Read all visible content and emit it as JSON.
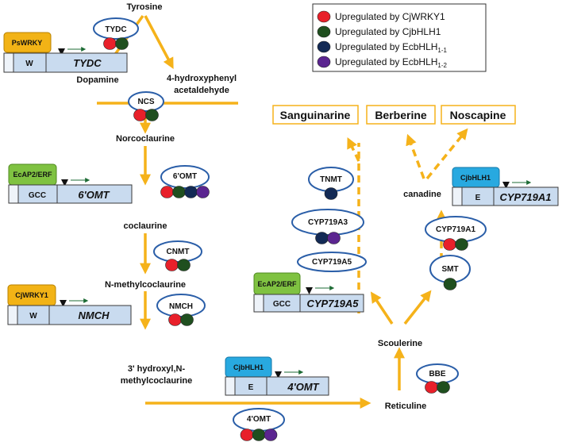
{
  "colors": {
    "arrow": "#f5b21a",
    "ellipse": "#2a5ea8",
    "red": "#e8202a",
    "green": "#1f4f1f",
    "navy": "#132a55",
    "purple": "#5b2590",
    "gene_box": "#c9dbef",
    "gene_box_stroke": "#3a3a3a",
    "tf_wrky": "#f2b316",
    "tf_erf": "#7fc241",
    "tf_bhlh": "#28a9e0",
    "product_border": "#f5b21a"
  },
  "legend": {
    "items": [
      {
        "color": "red",
        "label": "Upregulated by CjWRKY1",
        "sub": ""
      },
      {
        "color": "green",
        "label": "Upregulated by CjbHLH1",
        "sub": ""
      },
      {
        "color": "navy",
        "label": "Upregulated by EcbHLH",
        "sub": "1-1"
      },
      {
        "color": "purple",
        "label": "Upregulated by EcbHLH",
        "sub": "1-2"
      }
    ]
  },
  "metabolites": {
    "tyrosine": "Tyrosine",
    "dopamine": "Dopamine",
    "hpaa_1": "4-hydroxyphenyl",
    "hpaa_2": "acetaldehyde",
    "norcoclaurine": "Norcoclaurine",
    "coclaurine": "coclaurine",
    "nmc": "N-methylcoclaurine",
    "hnmc_1": "3' hydroxyl,N-",
    "hnmc_2": "methylcoclaurine",
    "reticuline": "Reticuline",
    "scoulerine": "Scoulerine",
    "canadine": "canadine"
  },
  "products": {
    "sanguinarine": "Sanguinarine",
    "berberine": "Berberine",
    "noscapine": "Noscapine"
  },
  "enzymes": {
    "tydc": "TYDC",
    "ncs": "NCS",
    "omt6": "6'OMT",
    "cnmt": "CNMT",
    "nmch": "NMCH",
    "omt4": "4'OMT",
    "bbe": "BBE",
    "tnmt": "TNMT",
    "cyp719a3": "CYP719A3",
    "cyp719a5": "CYP719A5",
    "cyp719a1": "CYP719A1",
    "smt": "SMT"
  },
  "promoters": {
    "p_tydc": {
      "tf": "PsWRKY",
      "element": "W",
      "gene": "TYDC"
    },
    "p_6omt": {
      "tf": "EcAP2/ERF",
      "element": "GCC",
      "gene": "6'OMT"
    },
    "p_nmch": {
      "tf": "CjWRKY1",
      "element": "W",
      "gene": "NMCH"
    },
    "p_4omt": {
      "tf": "CjbHLH1",
      "element": "E",
      "gene": "4'OMT"
    },
    "p_cyp719a5": {
      "tf": "EcAP2/ERF",
      "element": "GCC",
      "gene": "CYP719A5"
    },
    "p_cyp719a1": {
      "tf": "CjbHLH1",
      "element": "E",
      "gene": "CYP719A1"
    }
  },
  "regulation": {
    "tydc": [
      "red",
      "green"
    ],
    "ncs": [
      "red",
      "green"
    ],
    "omt6": [
      "red",
      "green",
      "navy",
      "purple"
    ],
    "cnmt": [
      "red",
      "green"
    ],
    "nmch": [
      "red",
      "green"
    ],
    "omt4": [
      "red",
      "green",
      "purple"
    ],
    "bbe": [
      "red",
      "green"
    ],
    "tnmt": [
      "navy"
    ],
    "cyp719a3": [
      "navy",
      "purple"
    ],
    "cyp719a1": [
      "red",
      "green"
    ],
    "smt": [
      "green"
    ]
  }
}
